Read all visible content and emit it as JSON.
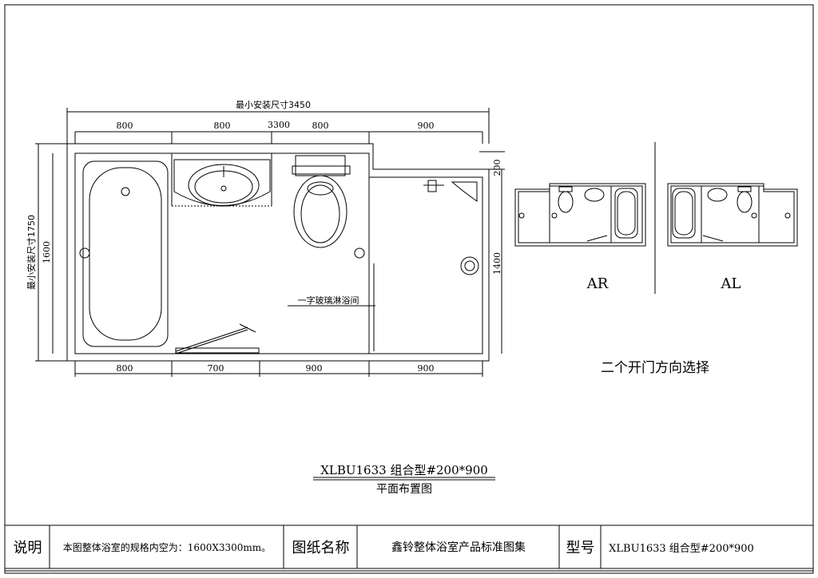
{
  "drawing": {
    "overall_min": "最小安装尺寸3450",
    "overall_inner": "3300",
    "top_dims": [
      "800",
      "800",
      "800",
      "900"
    ],
    "bottom_dims": [
      "800",
      "700",
      "900",
      "900"
    ],
    "left_min": "最小安装尺寸1750",
    "left_inner": "1600",
    "right_step": "200",
    "right_height": "1400",
    "shower_label": "一字玻璃淋浴间"
  },
  "variants": {
    "ar_label": "AR",
    "al_label": "AL",
    "caption": "二个开门方向选择"
  },
  "title": {
    "model": "XLBU1633 组合型#200*900",
    "subtitle": "平面布置图"
  },
  "title_block": {
    "desc_label": "说明",
    "desc_text": "本图整体浴室的规格内空为：1600X3300mm。",
    "name_label": "图纸名称",
    "name_text": "鑫铃整体浴室产品标准图集",
    "model_label": "型号",
    "model_text": "XLBU1633 组合型#200*900"
  }
}
